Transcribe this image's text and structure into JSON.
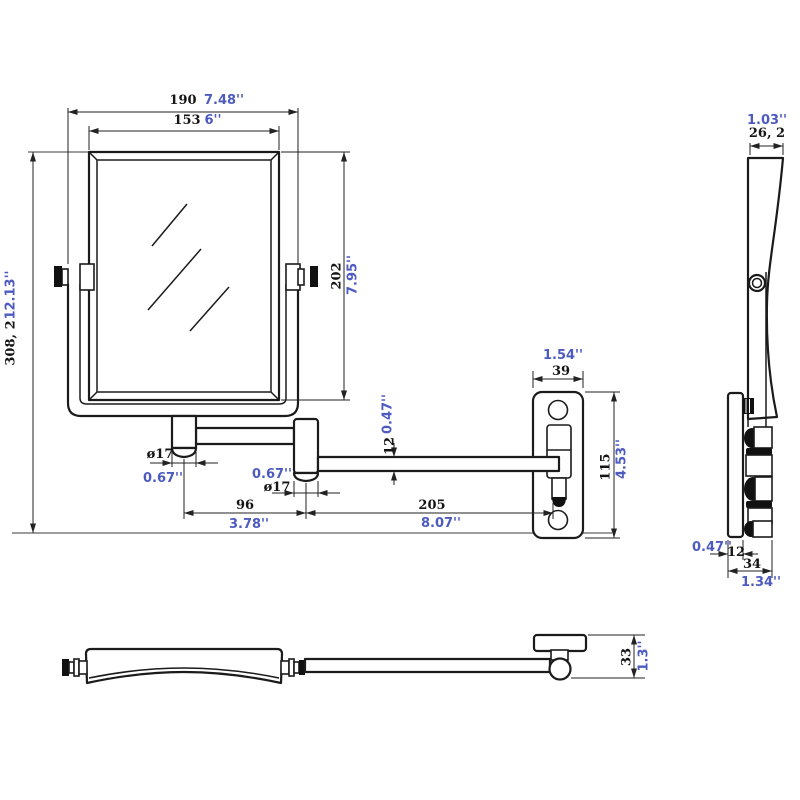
{
  "drawing": {
    "kind": "wall-mounted extendable makeup mirror technical drawing",
    "accent_blue": "#4d5bc1",
    "line_color": "#1b1b1b"
  },
  "dims": {
    "outer_width": {
      "mm": "190",
      "inch": "7.48''"
    },
    "mirror_width": {
      "mm": "153",
      "inch": "6''"
    },
    "overall_height": {
      "mm": "308, 2",
      "inch": "12.13''"
    },
    "mirror_height": {
      "mm": "202",
      "inch": "7.95''"
    },
    "arm_thickness": {
      "mm": "12",
      "inch": "0.47''"
    },
    "joint1_diameter": {
      "mm": "ø17",
      "inch": "0.67''"
    },
    "joint2_diameter": {
      "mm": "ø17",
      "inch": "0.67''"
    },
    "arm1_length": {
      "mm": "96",
      "inch": "3.78''"
    },
    "arm2_length": {
      "mm": "205",
      "inch": "8.07''"
    },
    "plate_width": {
      "mm": "39",
      "inch": "1.54''"
    },
    "plate_height": {
      "mm": "115",
      "inch": "4.53''"
    },
    "mirror_depth": {
      "mm": "26, 2",
      "inch": "1.03''"
    },
    "plate_thickness": {
      "mm": "12",
      "inch": "0.47''"
    },
    "wall_offset": {
      "mm": "34",
      "inch": "1.34''"
    },
    "folded_height": {
      "mm": "33",
      "inch": "1.3''"
    }
  }
}
